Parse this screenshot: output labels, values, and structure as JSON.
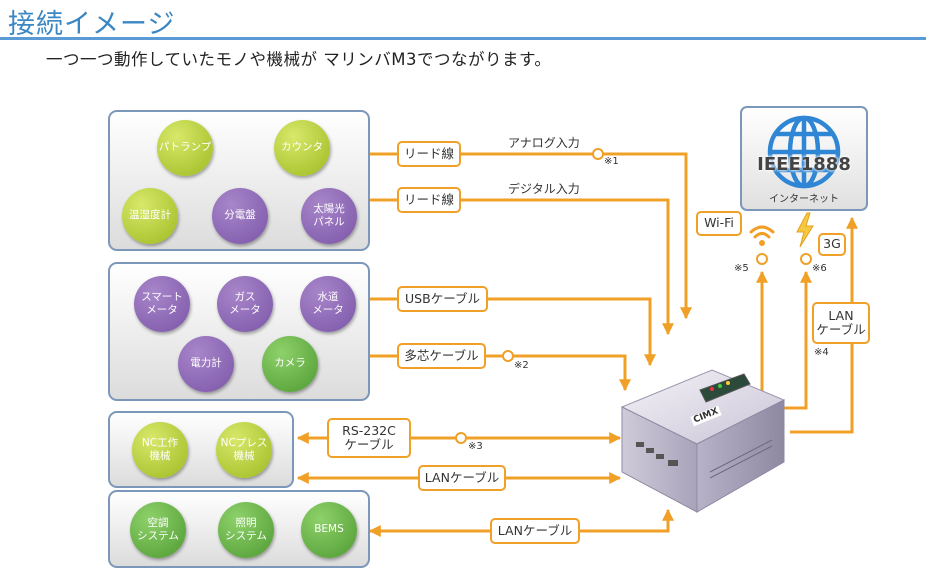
{
  "header": {
    "title": "接続イメージ",
    "subtitle": "一つ一つ動作していたモノや機械が マリンバM3でつながります。"
  },
  "groups": {
    "sensors": [
      "パトランプ",
      "カウンタ",
      "温湿度計",
      "分電盤",
      "太陽光\nパネル"
    ],
    "meters": [
      "スマート\nメータ",
      "ガス\nメータ",
      "水道\nメータ",
      "電力計",
      "カメラ"
    ],
    "machines": [
      "NC工作\n機械",
      "NCプレス\n機械"
    ],
    "building": [
      "空調\nシステム",
      "照明\nシステム",
      "BEMS"
    ]
  },
  "cables": {
    "lead1": "リード線",
    "lead2": "リード線",
    "usb": "USBケーブル",
    "multi": "多芯ケーブル",
    "rs232c": "RS-232C\nケーブル",
    "lan1": "LANケーブル",
    "lan2": "LANケーブル",
    "wifi": "Wi-Fi",
    "g3": "3G",
    "lan_up": "LAN\nケーブル"
  },
  "labels": {
    "analog": "アナログ入力",
    "digital": "デジタル入力"
  },
  "notes": {
    "n1": "※1",
    "n2": "※2",
    "n3": "※3",
    "n4": "※4",
    "n5": "※5",
    "n6": "※6"
  },
  "cloud": {
    "title": "IEEE1888",
    "subtitle": "インターネット"
  },
  "device": {
    "logo": "CIMX"
  },
  "colors": {
    "accent": "#f0a027",
    "group_border": "#7c97b9",
    "title": "#3a87c3"
  },
  "icons": [
    "globe-icon",
    "wifi-icon",
    "lightning-icon"
  ]
}
